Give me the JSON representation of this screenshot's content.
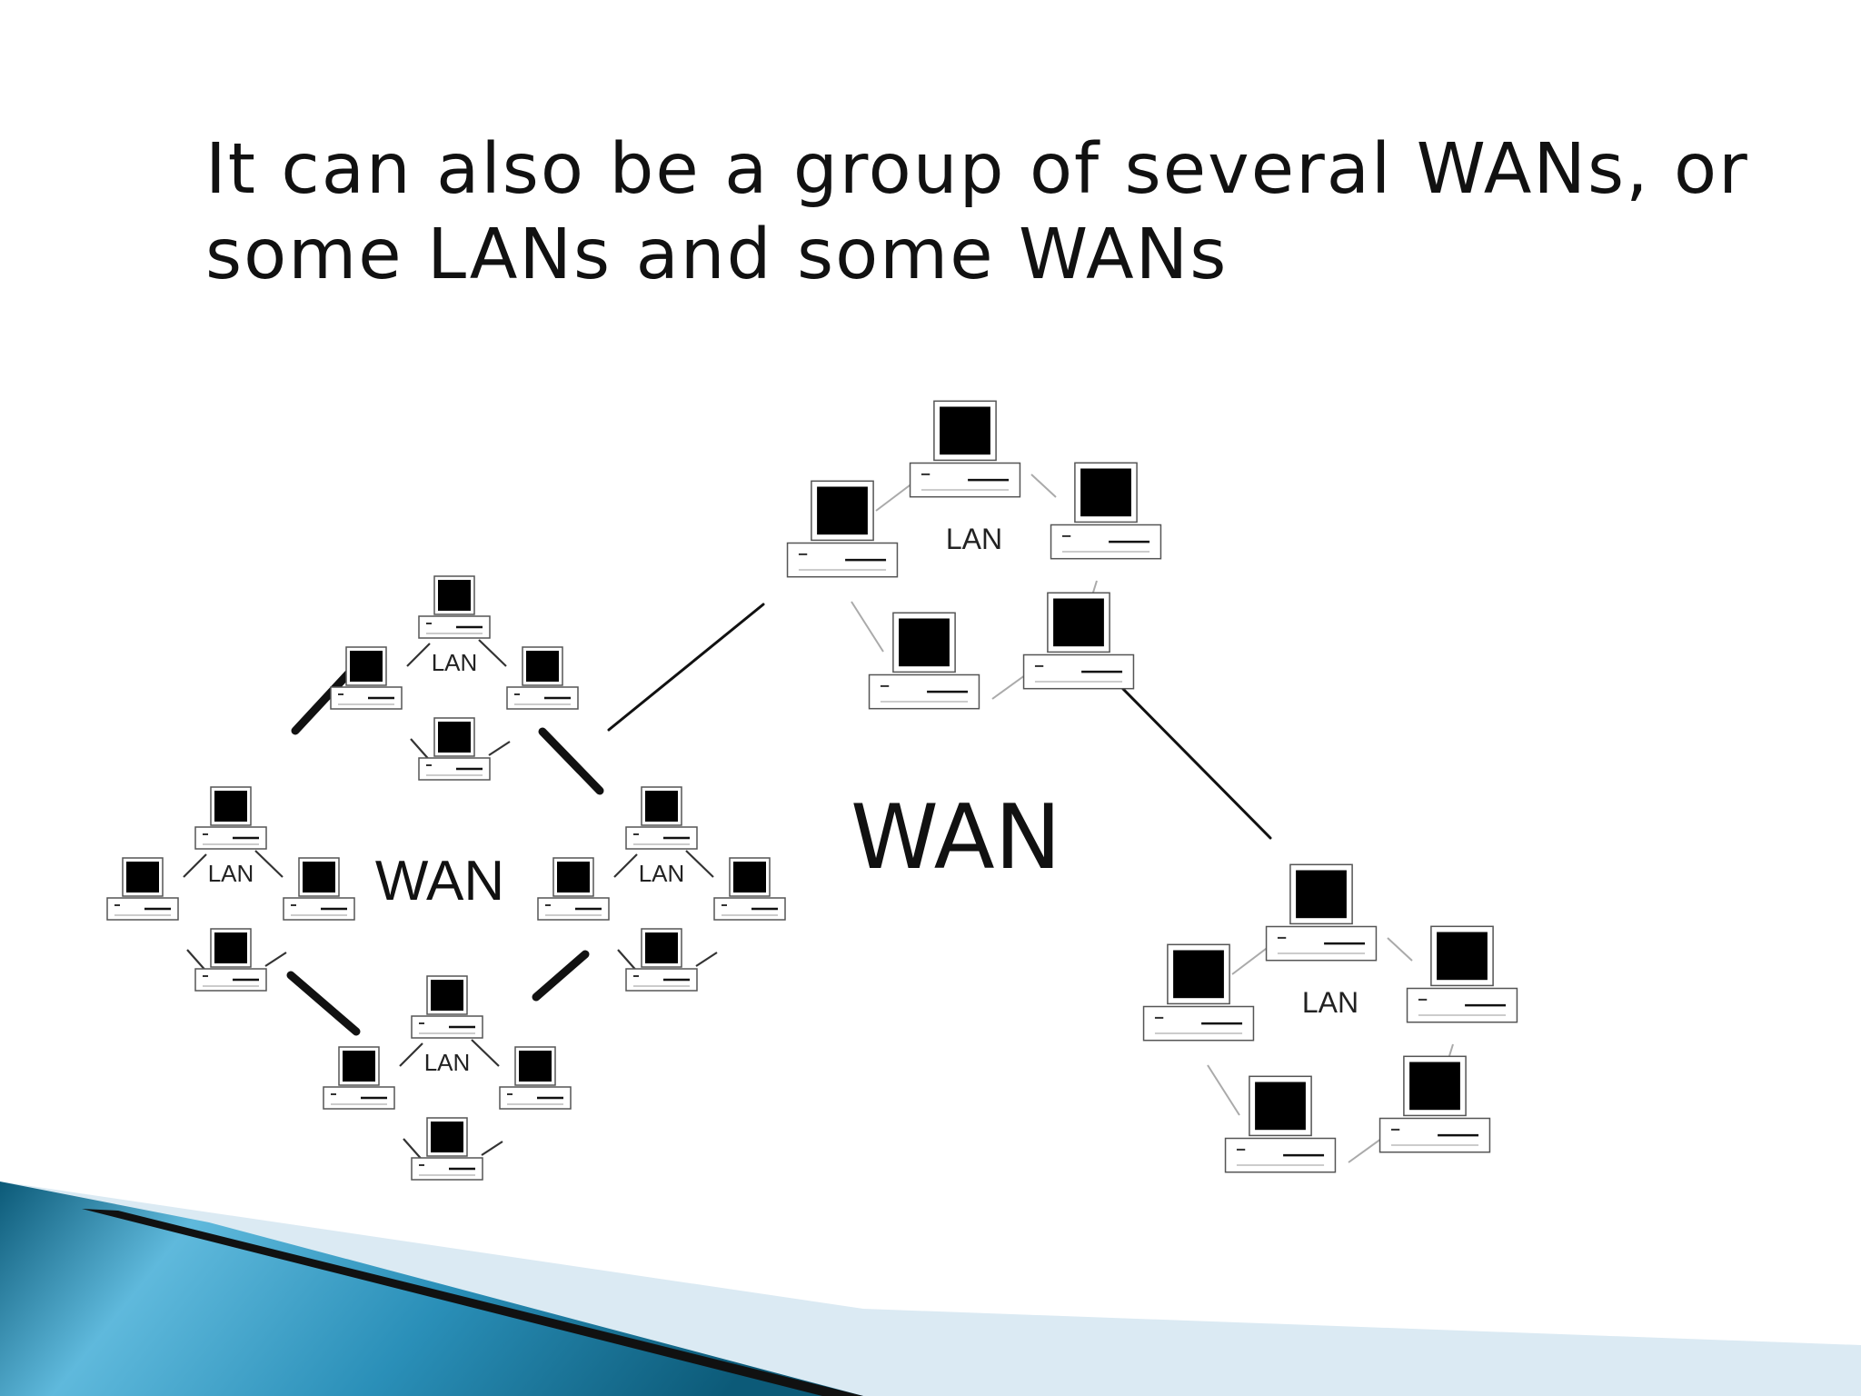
{
  "slide": {
    "title": "It can also be a group of several WANs, or\nsome LANs and some WANs"
  },
  "diagram": {
    "small_wan_label": "WAN",
    "big_wan_label": "WAN",
    "lan_label": "LAN"
  },
  "colors": {
    "background": "#ffffff",
    "ink": "#111111",
    "screen": "#000000",
    "accent_dark": "#0c5a78",
    "accent_mid": "#2a8fb8",
    "accent_light": "#5fb9dc",
    "accent_pale": "#dbeaf3"
  }
}
